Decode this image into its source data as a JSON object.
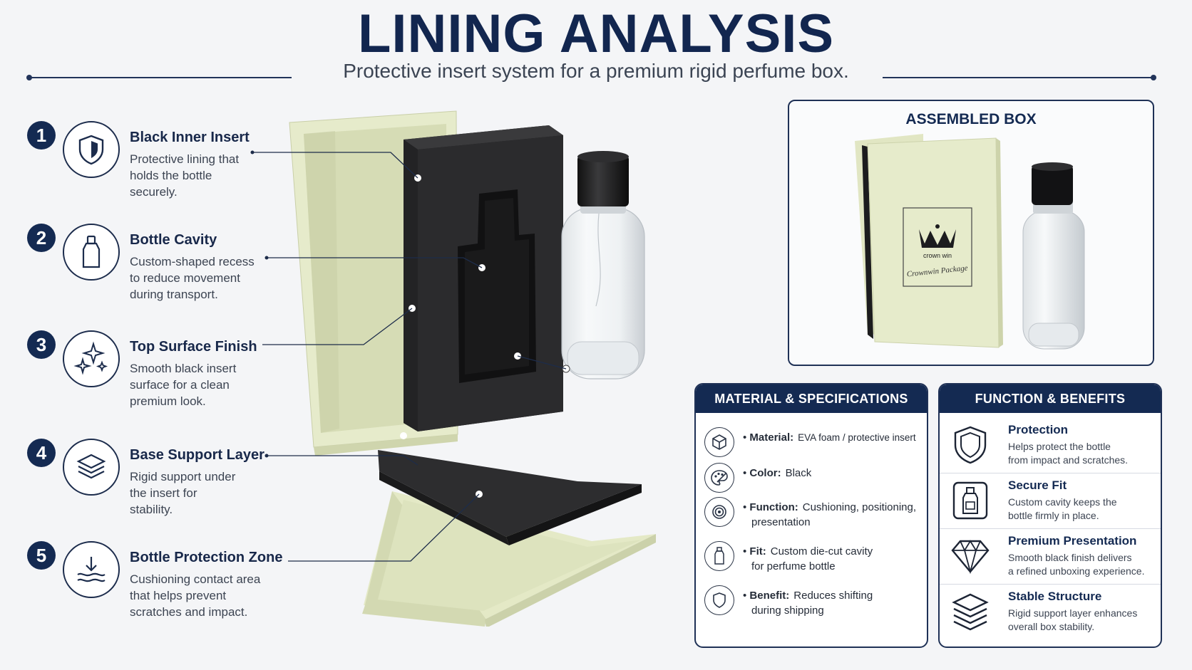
{
  "header": {
    "title": "LINING ANALYSIS",
    "subtitle": "Protective insert system for a premium rigid perfume box."
  },
  "callouts": [
    {
      "num": "1",
      "title": "Black Inner Insert",
      "desc": "Protective lining that\nholds the bottle\nsecurely.",
      "icon": "shield-icon"
    },
    {
      "num": "2",
      "title": "Bottle Cavity",
      "desc": "Custom-shaped recess\nto reduce movement\nduring transport.",
      "icon": "bottle-icon"
    },
    {
      "num": "3",
      "title": "Top Surface Finish",
      "desc": "Smooth black insert\nsurface for a clean\npremium look.",
      "icon": "sparkles-icon"
    },
    {
      "num": "4",
      "title": "Base Support Layer",
      "desc": "Rigid support under\nthe insert for\nstability.",
      "icon": "layers-icon"
    },
    {
      "num": "5",
      "title": "Bottle Protection Zone",
      "desc": "Cushioning contact area\nthat helps prevent\nscratches and impact.",
      "icon": "impact-icon"
    }
  ],
  "assembled": {
    "title": "ASSEMBLED BOX",
    "brand": "crown win",
    "script": "Crownwin Package"
  },
  "specs": {
    "title": "MATERIAL & SPECIFICATIONS",
    "items": [
      {
        "label": "Material:",
        "value": "EVA foam / protective insert",
        "cont": "",
        "icon": "cube-icon"
      },
      {
        "label": "Color:",
        "value": "Black",
        "cont": "",
        "icon": "palette-icon"
      },
      {
        "label": "Function:",
        "value": "Cushioning, positioning,",
        "cont": "presentation",
        "icon": "target-icon"
      },
      {
        "label": "Fit:",
        "value": "Custom die-cut cavity",
        "cont": "for perfume bottle",
        "icon": "bottle-icon"
      },
      {
        "label": "Benefit:",
        "value": "Reduces shifting",
        "cont": "during shipping",
        "icon": "shield-icon"
      }
    ]
  },
  "benefits": {
    "title": "FUNCTION & BENEFITS",
    "items": [
      {
        "title": "Protection",
        "desc": "Helps protect the bottle\nfrom impact and scratches.",
        "icon": "shield-icon"
      },
      {
        "title": "Secure Fit",
        "desc": "Custom cavity keeps the\nbottle firmly in place.",
        "icon": "bottle-icon"
      },
      {
        "title": "Premium Presentation",
        "desc": "Smooth black finish delivers\na refined unboxing experience.",
        "icon": "diamond-icon"
      },
      {
        "title": "Stable Structure",
        "desc": "Rigid support layer enhances\noverall box stability.",
        "icon": "layers-icon"
      }
    ]
  },
  "colors": {
    "navy": "#142a52",
    "box": "#e4e9c8",
    "foam": "#2a2a2c"
  }
}
